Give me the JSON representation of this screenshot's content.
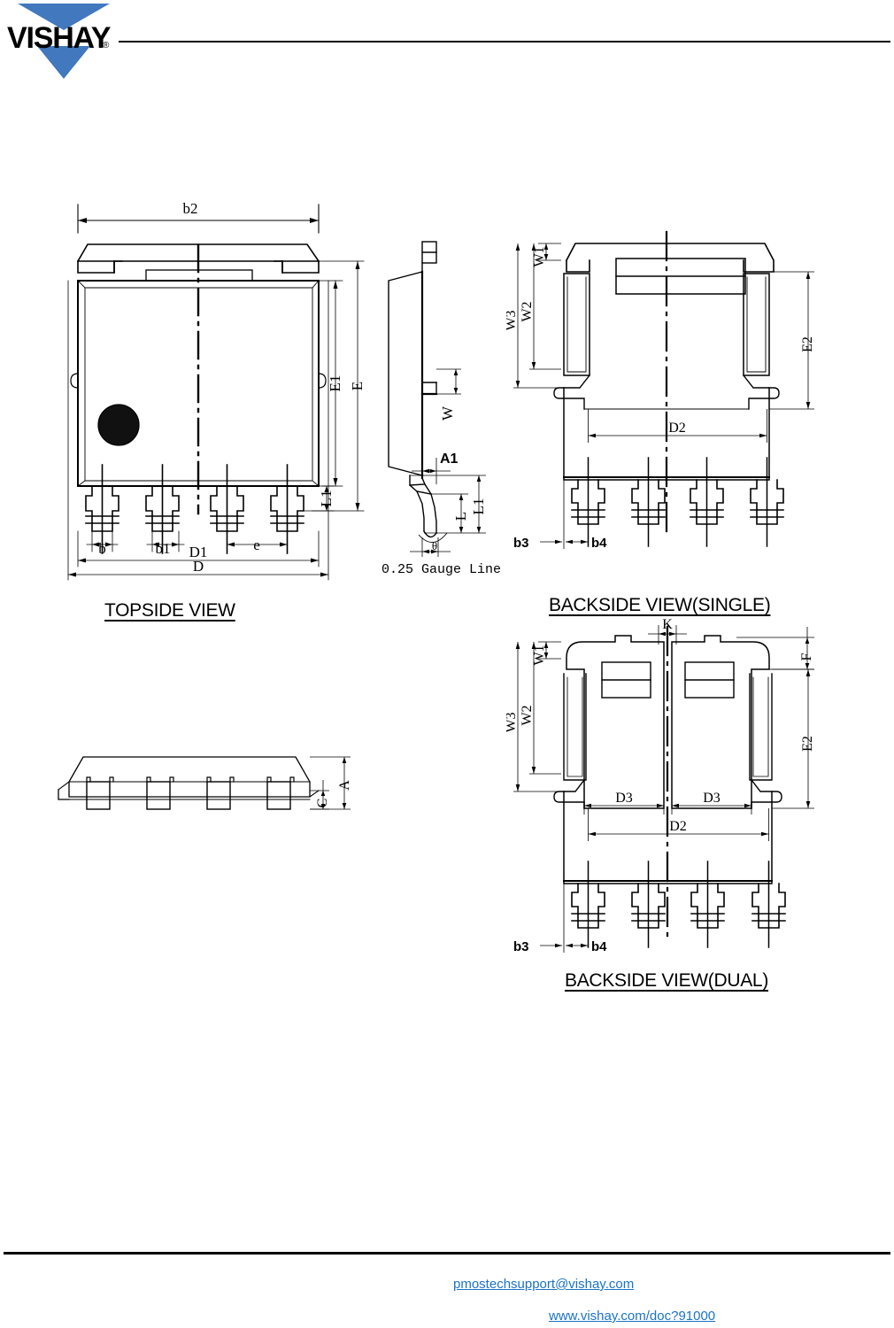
{
  "header": {
    "logo_text": "VISHAY",
    "logo_registered": "®",
    "logo_color": "#4178be"
  },
  "document": {
    "type": "package-outline-drawing",
    "background_color": "#ffffff",
    "line_color": "#000000"
  },
  "views": [
    {
      "id": "topside",
      "title": "TOPSIDE VIEW",
      "dimension_labels": [
        "b2",
        "E1",
        "E",
        "L1",
        "b",
        "b1",
        "e",
        "D1",
        "D"
      ]
    },
    {
      "id": "side",
      "title": "",
      "dimension_labels": [
        "W",
        "A1",
        "L1",
        "L",
        "θ"
      ],
      "note": "0.25 Gauge Line"
    },
    {
      "id": "backside_single",
      "title": "BACKSIDE VIEW(SINGLE)",
      "dimension_labels": [
        "W1",
        "W2",
        "W3",
        "E2",
        "D2",
        "b3",
        "b4"
      ]
    },
    {
      "id": "backside_dual",
      "title": "BACKSIDE VIEW(DUAL)",
      "dimension_labels": [
        "K",
        "F",
        "W1",
        "W2",
        "W3",
        "E2",
        "D3",
        "D3",
        "D2",
        "b3",
        "b4"
      ]
    },
    {
      "id": "profile",
      "title": "",
      "dimension_labels": [
        "A",
        "C"
      ]
    }
  ],
  "labels": {
    "b2": "b2",
    "E": "E",
    "E1": "E1",
    "E2": "E2",
    "L": "L",
    "L1": "L1",
    "b": "b",
    "b1": "b1",
    "b3": "b3",
    "b4": "b4",
    "e": "e",
    "D": "D",
    "D1": "D1",
    "D2": "D2",
    "D3": "D3",
    "W": "W",
    "W1": "W1",
    "W2": "W2",
    "W3": "W3",
    "A": "A",
    "A1": "A1",
    "C": "C",
    "F": "F",
    "K": "K",
    "theta": "θ",
    "gauge_line": "0.25 Gauge Line"
  },
  "footer": {
    "email": "pmostechsupport@vishay.com",
    "url": "www.vishay.com/doc?91000",
    "link_color": "#1a73c8"
  }
}
